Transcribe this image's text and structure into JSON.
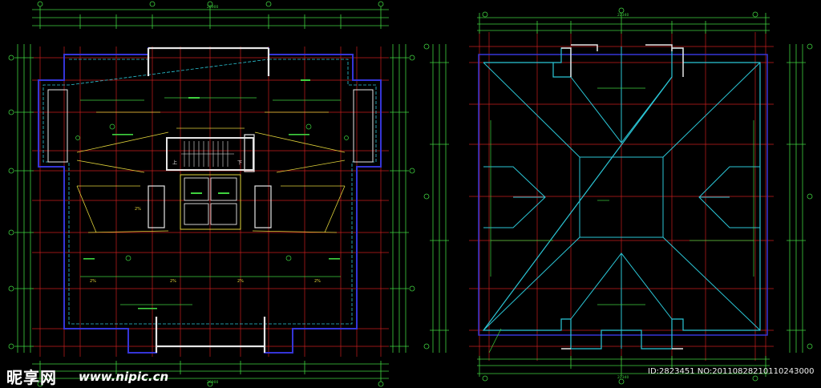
{
  "colors": {
    "background": "#000000",
    "dim_green": "#3fd23f",
    "axis_red": "#d42020",
    "wall_white": "#e6e6e6",
    "roof_cyan": "#2bc6d6",
    "window_blue": "#3535d8",
    "accent_yellow": "#e0d23a",
    "watermark": "#ffffff"
  },
  "left_plan": {
    "overall_dimension": "26900",
    "bottom_dimension": "26900",
    "stair_labels": [
      "上",
      "下"
    ],
    "room_labels": [
      "2%",
      "2%",
      "2%",
      "2%",
      "2%"
    ]
  },
  "right_plan": {
    "overall_dimension": "22340",
    "bottom_dimension": "22340"
  },
  "watermark": {
    "logo": "昵享网",
    "url": "www.nipic.cn",
    "id_text": "ID:2823451 NO:20110828210110243000"
  }
}
